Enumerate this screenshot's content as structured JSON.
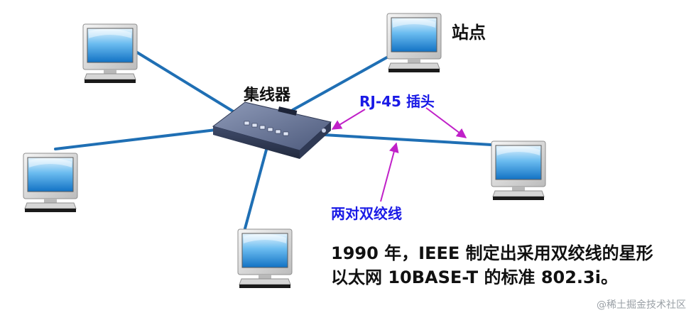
{
  "labels": {
    "station": "站点",
    "hub": "集线器",
    "connector": "RJ-45 插头",
    "twisted_pair": "两对双绞线"
  },
  "caption": {
    "line1": "1990 年，IEEE 制定出采用双绞线的星形",
    "line2": "以太网 10BASE-T 的标准 802.3i。"
  },
  "watermark": "@稀土掘金技术社区",
  "colors": {
    "cable": "#1f6fb4",
    "arrow": "#c020c8",
    "label_blue": "#1a1ae6",
    "hub_body": "#4a5a7e"
  },
  "icons": [
    "computer-monitor-icon",
    "network-hub-icon",
    "arrow-icon"
  ]
}
